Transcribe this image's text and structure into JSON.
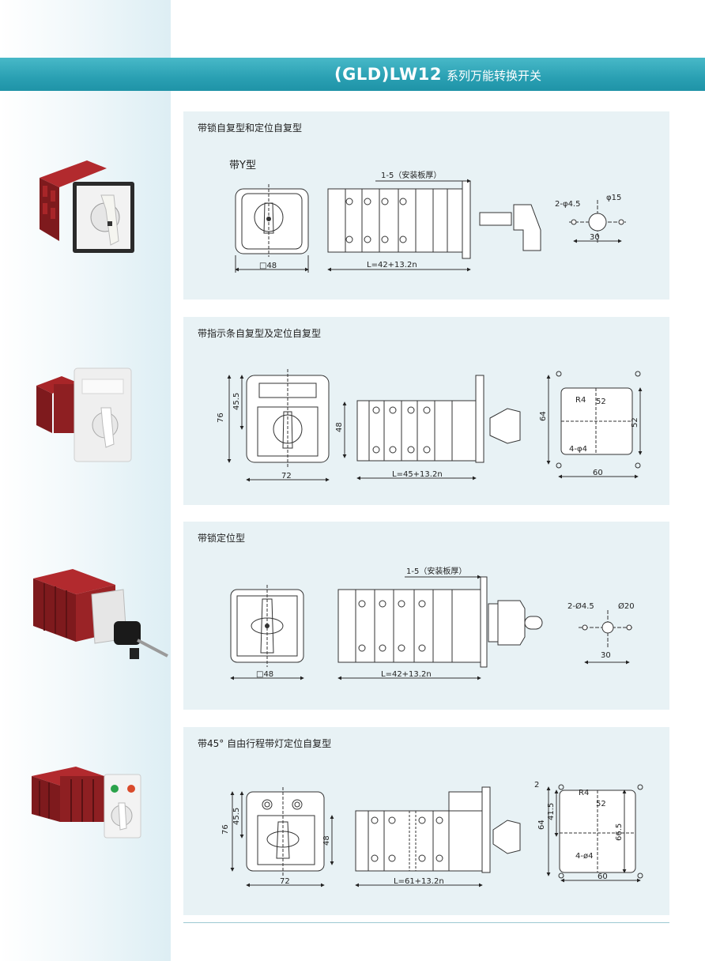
{
  "header": {
    "model": "(GLD)LW12",
    "description": "系列万能转换开关"
  },
  "sections": [
    {
      "title": "带锁自复型和定位自复型",
      "subtitle": "带Y型",
      "dims": {
        "plate_thickness": "1-5（安装板厚）",
        "front_size": "□48",
        "length": "L=42+13.2n",
        "holes": "2-φ4.5",
        "center_hole": "φ15",
        "hole_spacing": "30"
      }
    },
    {
      "title": "带指示条自复型及定位自复型",
      "dims": {
        "height": "76",
        "upper_height": "45.5",
        "width": "72",
        "knob_square": "48",
        "length": "L=45+13.2n",
        "radius": "R4",
        "cut_width": "52",
        "cut_height": "52",
        "panel_height": "64",
        "panel_width": "60",
        "holes": "4-φ4"
      }
    },
    {
      "title": "带锁定位型",
      "dims": {
        "plate_thickness": "1-5（安装板厚）",
        "front_size": "□48",
        "length": "L=42+13.2n",
        "holes": "2-Ø4.5",
        "center_hole": "Ø20",
        "hole_spacing": "30"
      }
    },
    {
      "title": "带45° 自由行程带灯定位自复型",
      "dims": {
        "height": "76",
        "upper_height": "45.5",
        "width": "72",
        "knob_square": "48",
        "length": "L=61+13.2n",
        "top_offset": "2",
        "radius": "R4",
        "cut_width": "52",
        "inner_height": "41.5",
        "panel_height": "64",
        "cut_height": "66.5",
        "holes": "4-ø4",
        "panel_width": "60"
      }
    }
  ],
  "colors": {
    "banner": "#2aa0b3",
    "panel": "#e8f2f5",
    "switch_body": "#8e1f22"
  }
}
